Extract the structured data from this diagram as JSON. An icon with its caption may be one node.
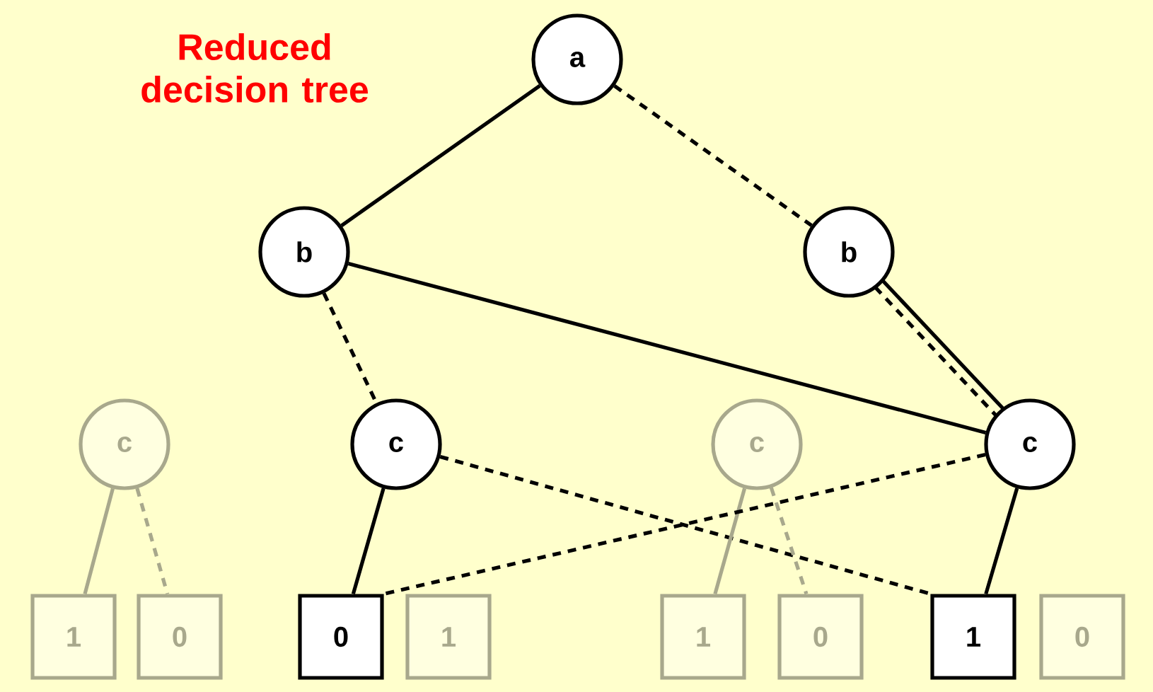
{
  "diagram": {
    "title": "Reduced decision tree",
    "nodes": [
      {
        "text": [
          "a"
        ]
      },
      {
        "text": [
          "b"
        ]
      },
      {
        "text": [
          "b"
        ]
      },
      {
        "text": [
          "c"
        ]
      },
      {
        "text": [
          "c"
        ]
      },
      {
        "text": [
          "c"
        ]
      },
      {
        "text": [
          "c"
        ]
      },
      {
        "text": [
          "1"
        ]
      },
      {
        "text": [
          "0"
        ]
      },
      {
        "text": [
          "0"
        ]
      },
      {
        "text": [
          "1"
        ]
      },
      {
        "text": [
          "1"
        ]
      },
      {
        "text": [
          "0"
        ]
      },
      {
        "text": [
          "1"
        ]
      },
      {
        "text": [
          "0"
        ]
      }
    ],
    "edges": [
      {
        "from": 0,
        "to": 1,
        "arrow": "none"
      },
      {
        "from": 0,
        "to": 2,
        "arrow": "none",
        "style": "dashed"
      },
      {
        "from": 1,
        "to": 4,
        "arrow": "none",
        "style": "dashed"
      },
      {
        "from": 1,
        "to": 6,
        "arrow": "none"
      },
      {
        "from": 2,
        "to": 6,
        "arrow": "none"
      },
      {
        "from": 2,
        "to": 6,
        "arrow": "none",
        "style": "dashed"
      },
      {
        "from": 3,
        "to": 7,
        "arrow": "none",
        "color": "#a8a88c"
      },
      {
        "from": 3,
        "to": 8,
        "arrow": "none",
        "style": "dashed",
        "color": "#a8a88c"
      },
      {
        "from": 4,
        "to": 9,
        "arrow": "none"
      },
      {
        "from": 4,
        "to": 13,
        "arrow": "none",
        "style": "dashed"
      },
      {
        "from": 5,
        "to": 11,
        "arrow": "none",
        "color": "#a8a88c"
      },
      {
        "from": 5,
        "to": 12,
        "arrow": "none",
        "style": "dashed",
        "color": "#a8a88c"
      },
      {
        "from": 6,
        "to": 9,
        "arrow": "none",
        "style": "dashed"
      },
      {
        "from": 6,
        "to": 13,
        "arrow": "none"
      }
    ]
  }
}
